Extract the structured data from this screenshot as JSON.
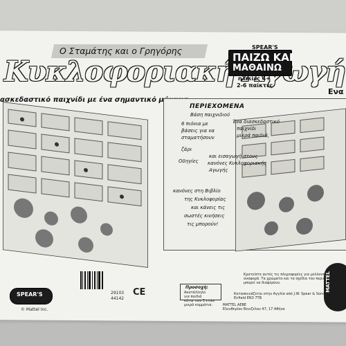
{
  "box": {
    "subtitle": "Ο Σταμάτης και ο Γρηγόρης",
    "title": "Κυκλοφοριακή Αγωγή",
    "tagline": "ασκεδαστικό παιχνίδι με ένα σημαντικό μήνυμα",
    "brand_top": "SPEAR'S",
    "series_line1": "ΠΑΙΖΩ ΚΑΙ",
    "series_line2": "ΜΑΘΑΙΝΩ",
    "ages": "ηλικίες 4+",
    "players": "2-6 παίκτες",
    "corner_text": "Ενα"
  },
  "contents": {
    "header": "ΠΕΡΙΕΧΟΜΕΝΑ",
    "lines": [
      "Βάση παιχνιδιού",
      "Ένα διασκεδαστικό",
      "παιχνίδι",
      "μικρά παιδιά,",
      "6 πιόνια με",
      "βάσεις για να",
      "σταματήσουν",
      "ζάρι",
      "Οδηγίες",
      "και εισαγωγή στους",
      "κανόνες Κυκλοφοριακής",
      "Αγωγής",
      "κανόνες στη Βιβλίο",
      "της Κυκλοφορίας",
      "και κάνεις τις",
      "σωστές κινήσεις",
      "τις μπορούν!"
    ]
  },
  "footer": {
    "brand_badge": "SPEAR'S",
    "code1": "29103",
    "code2": "44142",
    "ce_mark": "CE",
    "warning_title": "Προσοχή:",
    "warning_lines": [
      "Ακατάλληλο",
      "για παιδιά",
      "κάτω των 3 ετών",
      "μικρά κομμάτια."
    ],
    "small_line1": "Κρατείστε αυτές τις πληροφορίες για μελλοντική σας",
    "small_line2": "αναφορά. Τα χρώματα και τα σχέδια του περιεχομένου",
    "small_line3": "μπορεί να διαφέρουν.",
    "importer_line1": "Κατασκευάζεται στην Αγγλία από J.W. Spear & Sons PLC",
    "importer_line2": "Enfield EN3 7TB",
    "importer_line3": "MATTEL ΑΕΒΕ",
    "importer_line4": "Ελευθερίου Βενιζέλου 47, 17 Αθήνα",
    "round_logo": "MATTEL",
    "copyright": "© Mattel Inc."
  },
  "colors": {
    "box_background": "#f2f2ee",
    "logo_black": "#151515",
    "ribbon_gray": "#c8c8c4"
  }
}
